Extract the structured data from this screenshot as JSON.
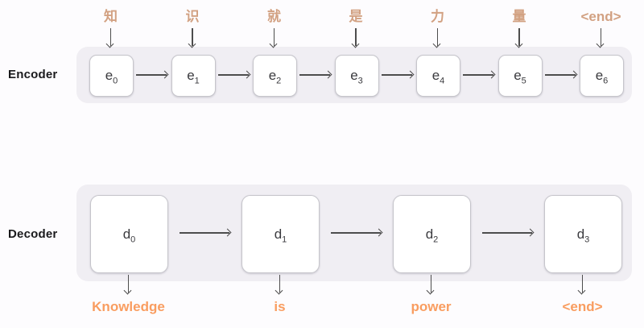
{
  "colors": {
    "background": "#fdfcfe",
    "container": "#f0eef3",
    "input_token": "#d2a182",
    "output_token": "#f99d60",
    "arrow": "#4d4d4d",
    "box_border": "#c6c5cb",
    "box_text": "#3a3a3e",
    "section_label": "#1a1a1c"
  },
  "encoder": {
    "label": "Encoder",
    "input_tokens": [
      "知",
      "识",
      "就",
      "是",
      "力",
      "量",
      "<end>"
    ],
    "boxes": [
      {
        "base": "e",
        "sub": "0"
      },
      {
        "base": "e",
        "sub": "1"
      },
      {
        "base": "e",
        "sub": "2"
      },
      {
        "base": "e",
        "sub": "3"
      },
      {
        "base": "e",
        "sub": "4"
      },
      {
        "base": "e",
        "sub": "5"
      },
      {
        "base": "e",
        "sub": "6"
      }
    ]
  },
  "decoder": {
    "label": "Decoder",
    "boxes": [
      {
        "base": "d",
        "sub": "0"
      },
      {
        "base": "d",
        "sub": "1"
      },
      {
        "base": "d",
        "sub": "2"
      },
      {
        "base": "d",
        "sub": "3"
      }
    ],
    "output_tokens": [
      "Knowledge",
      "is",
      "power",
      "<end>"
    ]
  }
}
